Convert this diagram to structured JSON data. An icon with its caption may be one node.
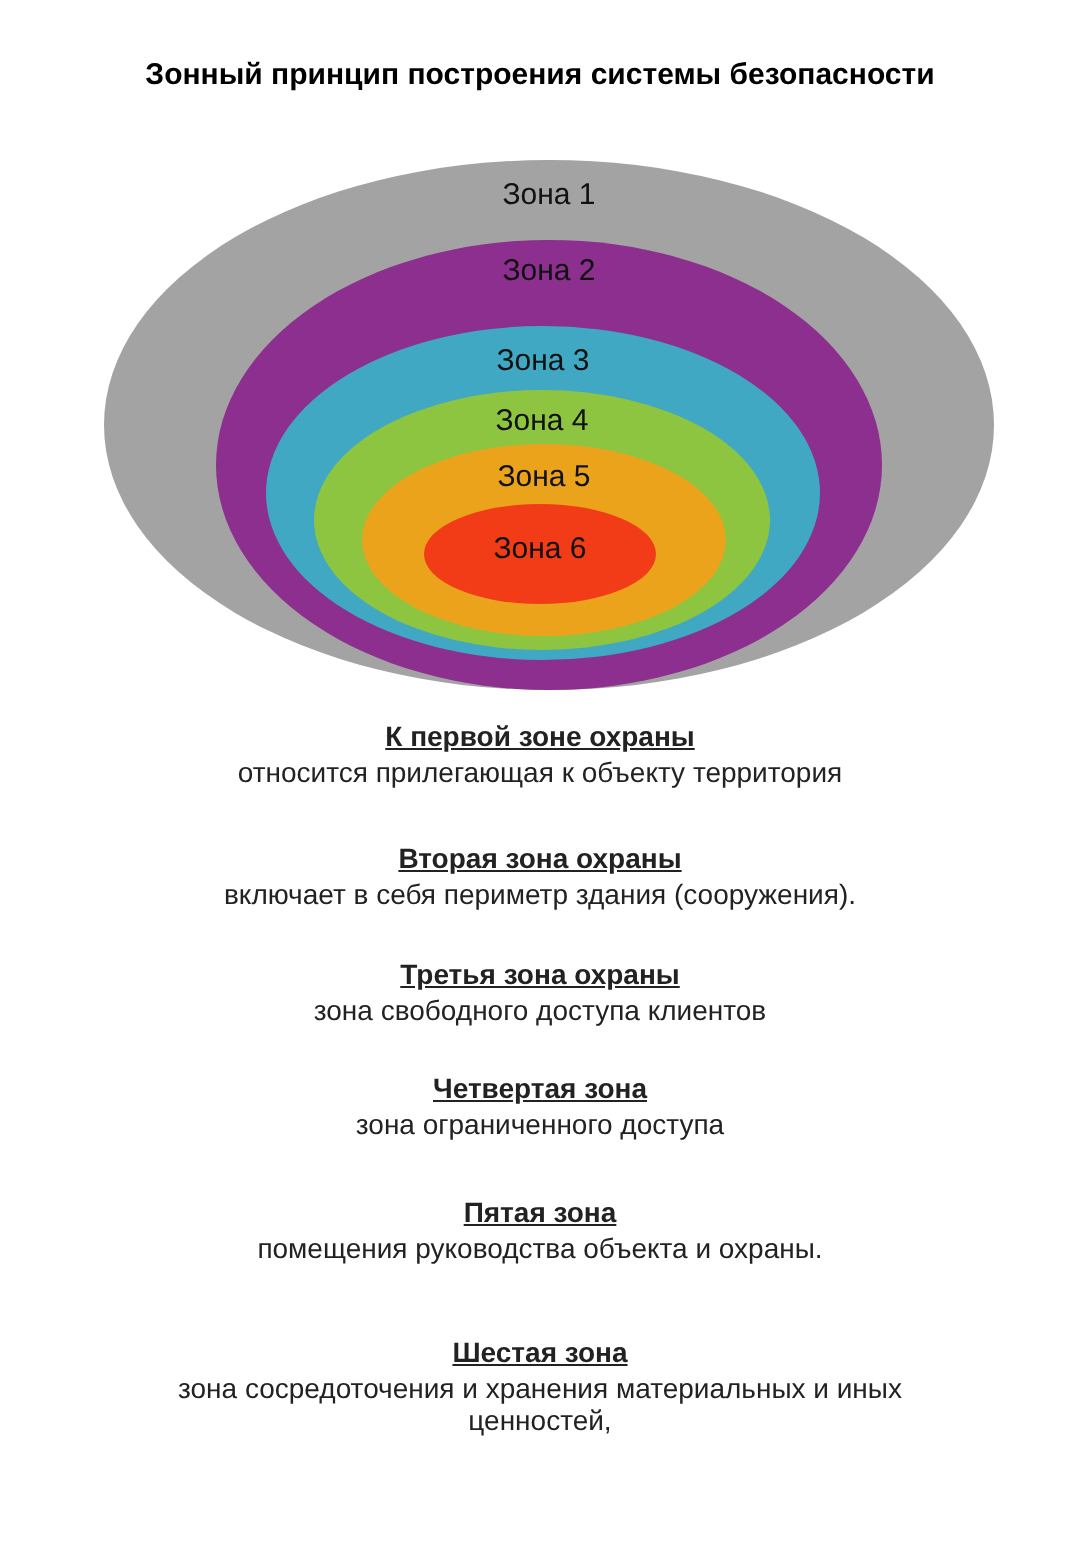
{
  "diagram": {
    "title": "Зонный принцип построения системы безопасности",
    "nodes": [
      {
        "text": [
          "Зона 1"
        ]
      },
      {
        "text": [
          "Зона 2"
        ],
        "in": 0
      },
      {
        "text": [
          "Зона 3"
        ],
        "in": 1
      },
      {
        "text": [
          "Зона 4"
        ],
        "in": 2
      },
      {
        "text": [
          "Зона 5"
        ],
        "in": 3
      },
      {
        "text": [
          "Зона 6"
        ],
        "in": 4
      }
    ],
    "edges": [],
    "labels": [
      "К первой зоне охраны",
      "относится прилегающая к объекту территория",
      "Вторая зона охраны",
      "включает в себя периметр здания (сооружения).",
      "Третья зона охраны",
      "зона свободного доступа клиентов",
      "Четвертая зона",
      "зона ограниченного доступа",
      "Пятая зона",
      "помещения руководства объекта и охраны.",
      "Шестая зона",
      "зона сосредоточения и хранения материальных и иных ценностей,"
    ]
  }
}
